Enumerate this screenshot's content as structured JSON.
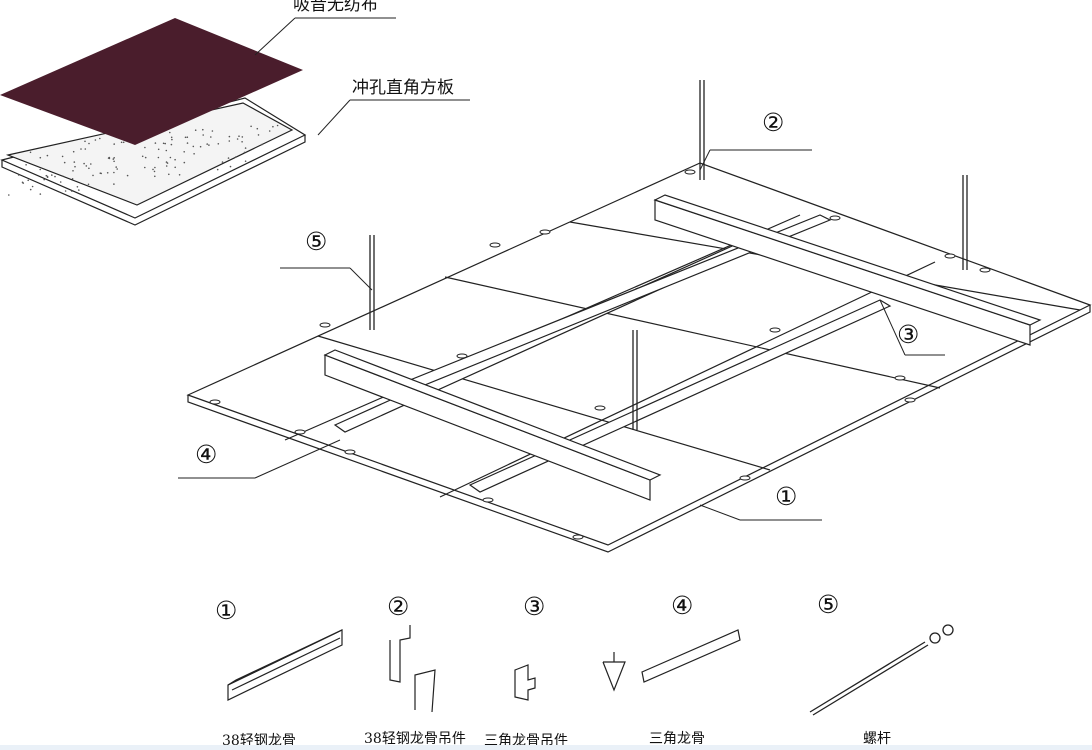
{
  "labels": {
    "fabric": "吸音无纺布",
    "panel": "冲孔直角方板"
  },
  "callouts": [
    "①",
    "②",
    "③",
    "④",
    "⑤"
  ],
  "parts": [
    {
      "number": "①",
      "caption": "38轻钢龙骨"
    },
    {
      "number": "②",
      "caption": "38轻钢龙骨吊件"
    },
    {
      "number": "③",
      "caption": "三角龙骨吊件"
    },
    {
      "number": "④",
      "caption": "三角龙骨"
    },
    {
      "number": "⑤",
      "caption": "螺杆"
    }
  ],
  "colors": {
    "fabric": "#4a1d2c",
    "line": "#222222"
  }
}
